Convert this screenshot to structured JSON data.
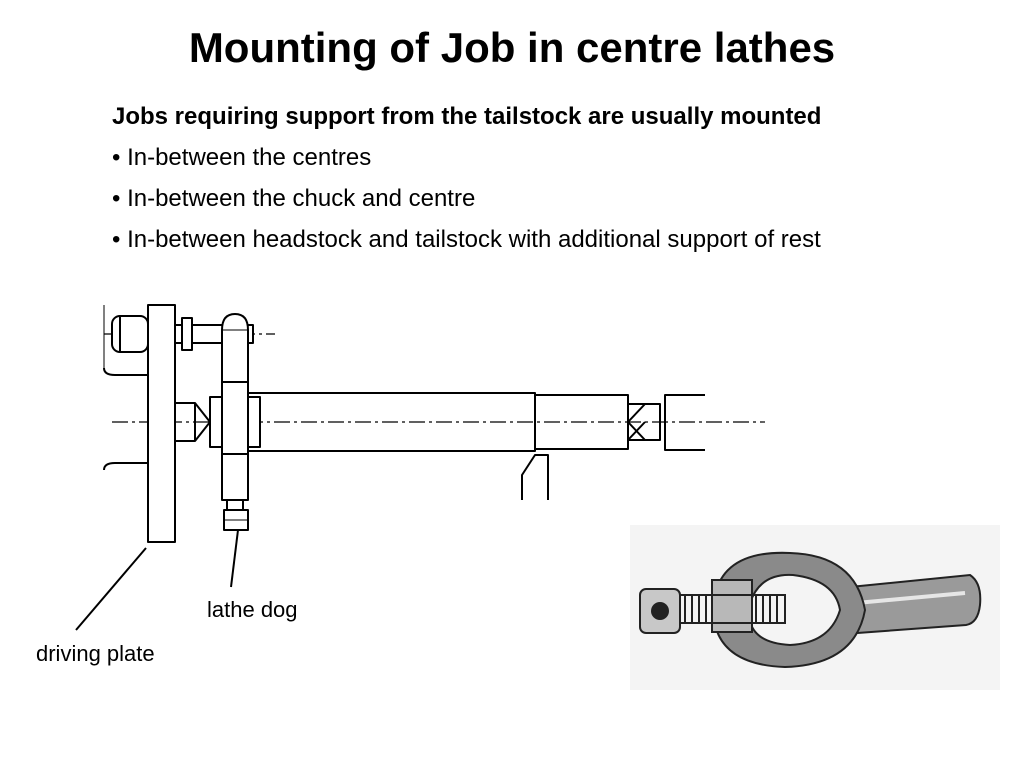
{
  "title": "Mounting of Job in centre lathes",
  "intro": "Jobs requiring support from the tailstock are usually mounted",
  "bullets": [
    "• In-between the centres",
    "• In-between the chuck and centre",
    "• In-between headstock and tailstock with additional support of rest"
  ],
  "labels": {
    "lathe_dog": "lathe dog",
    "driving_plate": "driving plate"
  }
}
